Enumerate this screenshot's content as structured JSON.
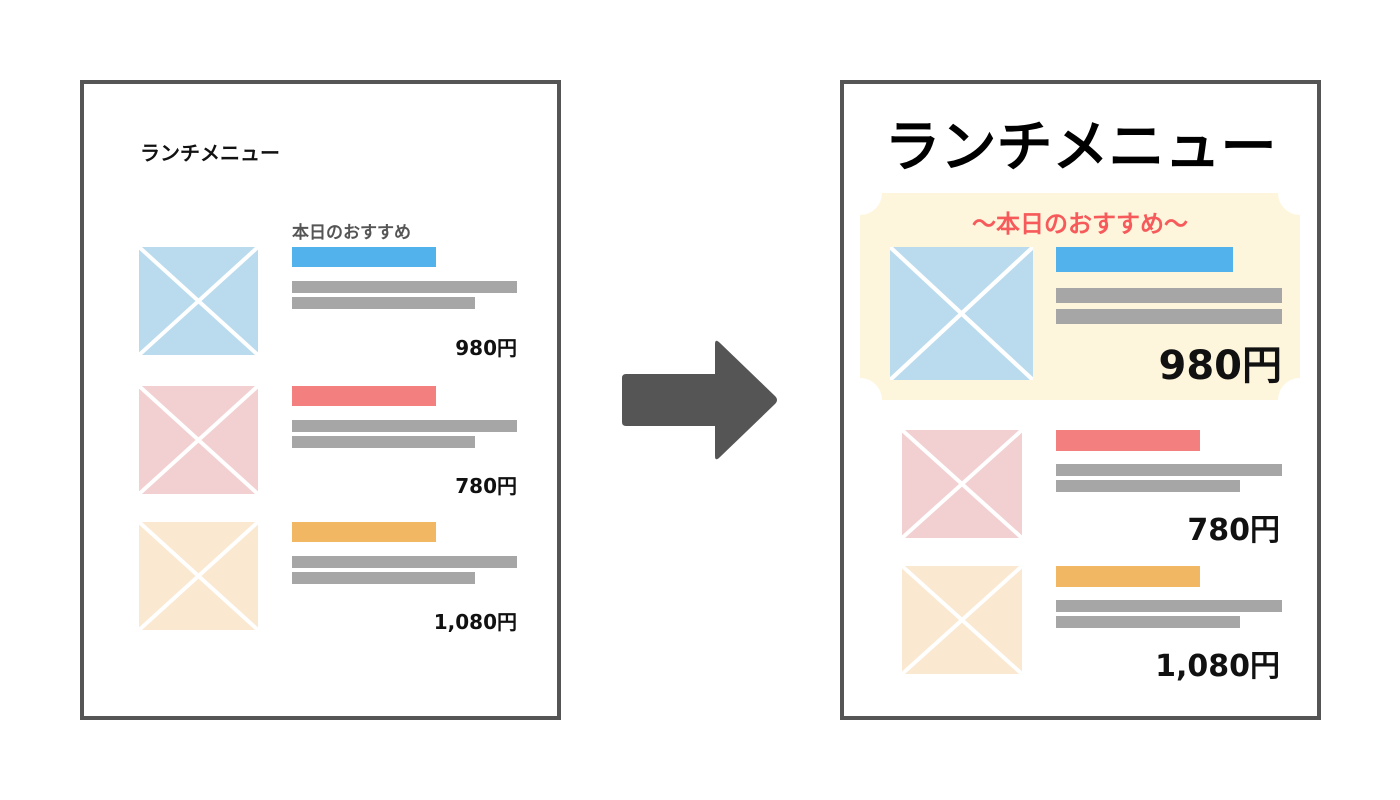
{
  "before": {
    "title": "ランチメニュー",
    "recommend_label": "本日のおすすめ",
    "items": [
      {
        "price": "980円",
        "color": "#52b2ec",
        "image_color": "#badbee"
      },
      {
        "price": "780円",
        "color": "#f37f7f",
        "image_color": "#f2d0d1"
      },
      {
        "price": "1,080円",
        "color": "#f1b763",
        "image_color": "#fae8d0"
      }
    ]
  },
  "after": {
    "title": "ランチメニュー",
    "recommend_label": "〜本日のおすすめ〜",
    "recommend_color": "#f65a5a",
    "ticket_color": "#fdf6dc",
    "items": [
      {
        "price": "980円"
      },
      {
        "price": "780円"
      },
      {
        "price": "1,080円"
      }
    ]
  },
  "arrow": {
    "icon": "arrow-right-icon",
    "color": "#555555"
  }
}
